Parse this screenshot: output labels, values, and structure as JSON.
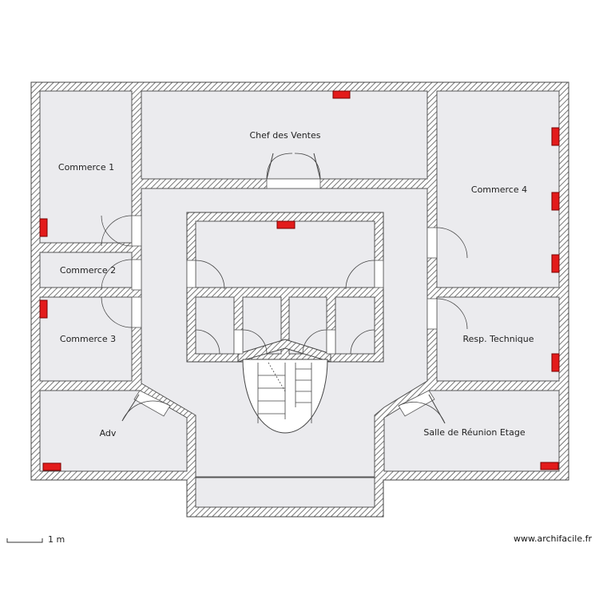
{
  "rooms": {
    "chef_des_ventes": "Chef des Ventes",
    "commerce_1": "Commerce 1",
    "commerce_2": "Commerce 2",
    "commerce_3": "Commerce 3",
    "commerce_4": "Commerce 4",
    "resp_technique": "Resp. Technique",
    "adv": "Adv",
    "salle_reunion": "Salle de Réunion Etage"
  },
  "scale": {
    "label": "1 m"
  },
  "credit": "www.archifacile.fr",
  "colors": {
    "wall_hatch": "#555555",
    "room_fill": "#ebebee",
    "radiator": "#e31b1b"
  }
}
